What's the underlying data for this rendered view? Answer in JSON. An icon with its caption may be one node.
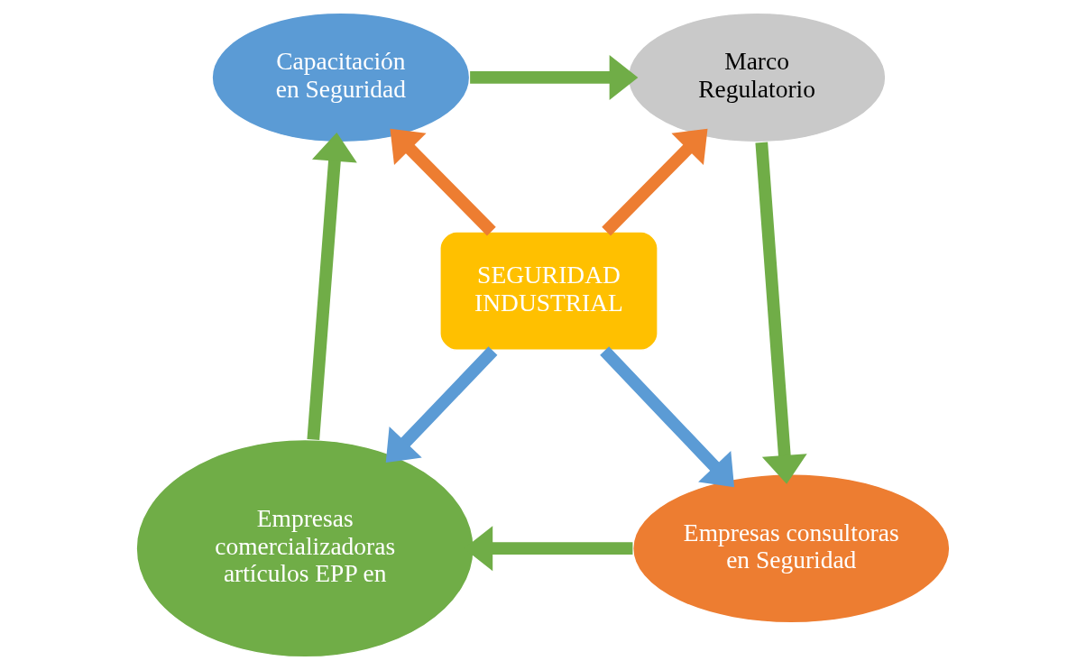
{
  "diagram": {
    "nodes": [
      {
        "text": [
          "Capacitación en Seguridad"
        ]
      },
      {
        "text": [
          "Marco Regulatorio"
        ]
      },
      {
        "text": [
          "SEGURIDAD INDUSTRIAL"
        ]
      },
      {
        "text": [
          "Empresas comercializadoras artículos EPP en"
        ]
      },
      {
        "text": [
          "Empresas consultoras en Seguridad"
        ]
      }
    ],
    "edges": [
      {
        "from": 0,
        "to": 1,
        "arrow": "to"
      },
      {
        "from": 1,
        "to": 4,
        "arrow": "to"
      },
      {
        "from": 4,
        "to": 3,
        "arrow": "to"
      },
      {
        "from": 3,
        "to": 0,
        "arrow": "to"
      },
      {
        "from": 2,
        "to": 0,
        "arrow": "to",
        "color": "#ed7d31"
      },
      {
        "from": 2,
        "to": 1,
        "arrow": "to",
        "color": "#ed7d31"
      },
      {
        "from": 2,
        "to": 3,
        "arrow": "to",
        "color": "#5b9bd5"
      },
      {
        "from": 2,
        "to": 4,
        "arrow": "to",
        "color": "#5b9bd5"
      }
    ]
  }
}
